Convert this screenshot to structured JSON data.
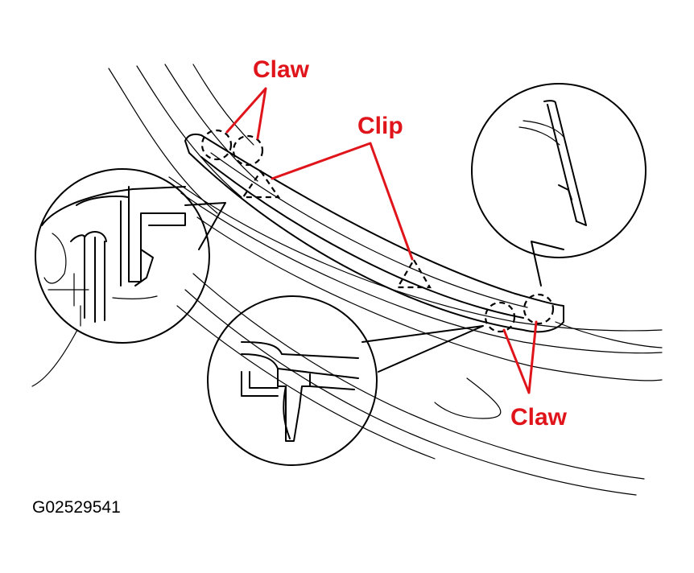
{
  "labels": {
    "claw_top": "Claw",
    "clip": "Clip",
    "claw_bottom": "Claw",
    "figure_code": "G02529541"
  },
  "colors": {
    "callout": "#e0151b",
    "line": "#000000",
    "background": "#ffffff"
  }
}
